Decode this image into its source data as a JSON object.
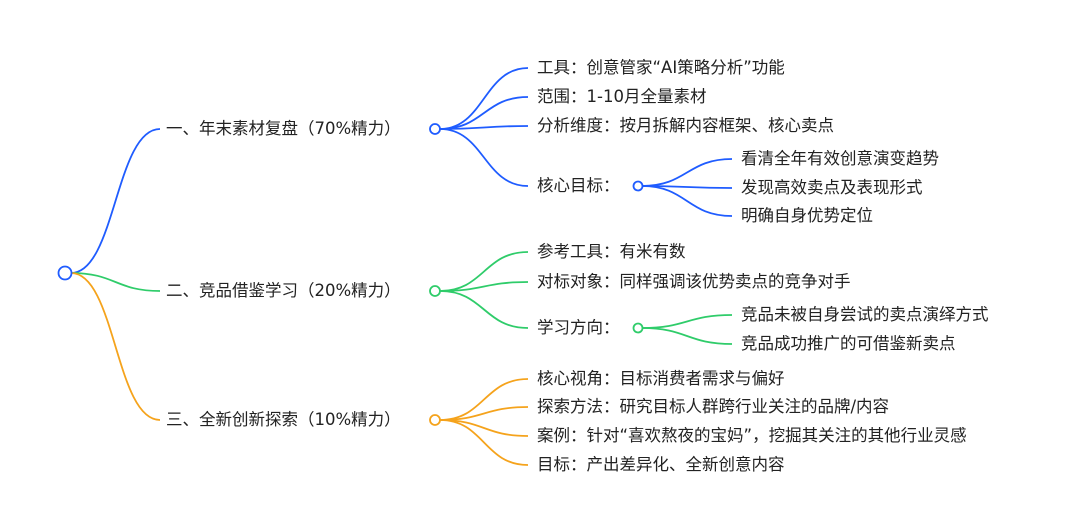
{
  "colors": {
    "blue": "#1f5cff",
    "green": "#2fcc6a",
    "orange": "#f5a31c"
  },
  "branches": [
    {
      "label": "一、年末素材复盘（70%精力）",
      "color": "blue",
      "children": [
        {
          "label": "工具：创意管家“AI策略分析”功能"
        },
        {
          "label": "范围：1-10月全量素材"
        },
        {
          "label": "分析维度：按月拆解内容框架、核心卖点"
        },
        {
          "label": "核心目标：",
          "children": [
            {
              "label": "看清全年有效创意演变趋势"
            },
            {
              "label": "发现高效卖点及表现形式"
            },
            {
              "label": "明确自身优势定位"
            }
          ]
        }
      ]
    },
    {
      "label": "二、竞品借鉴学习（20%精力）",
      "color": "green",
      "children": [
        {
          "label": "参考工具：有米有数"
        },
        {
          "label": "对标对象：同样强调该优势卖点的竞争对手"
        },
        {
          "label": "学习方向：",
          "children": [
            {
              "label": "竞品未被自身尝试的卖点演绎方式"
            },
            {
              "label": "竞品成功推广的可借鉴新卖点"
            }
          ]
        }
      ]
    },
    {
      "label": "三、全新创新探索（10%精力）",
      "color": "orange",
      "children": [
        {
          "label": "核心视角：目标消费者需求与偏好"
        },
        {
          "label": "探索方法：研究目标人群跨行业关注的品牌/内容"
        },
        {
          "label": "案例：针对“喜欢熬夜的宝妈”，挖掘其关注的其他行业灵感"
        },
        {
          "label": "目标：产出差异化、全新创意内容"
        }
      ]
    }
  ]
}
